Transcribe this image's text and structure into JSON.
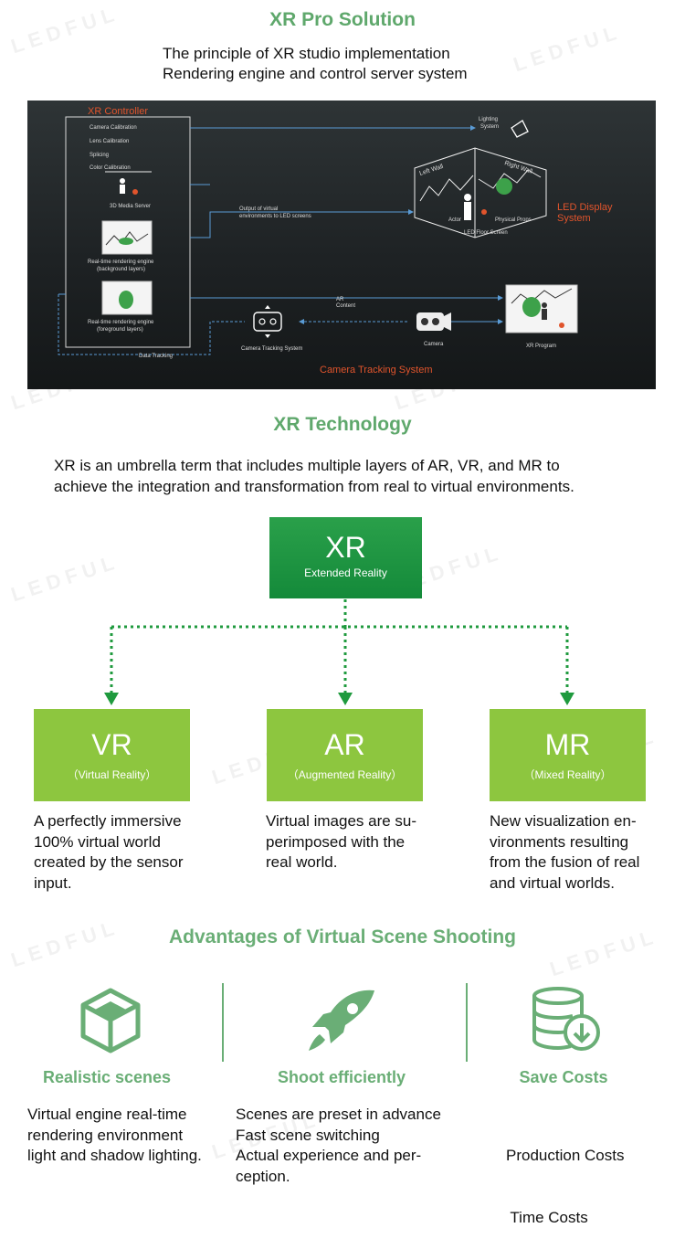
{
  "sections": {
    "pro_title": "XR Pro Solution",
    "tech_title": "XR Technology",
    "adv_title": "Advantages of Virtual Scene Shooting"
  },
  "intro": {
    "line1": "The principle of XR studio implementation",
    "line2": "Rendering engine and control server system"
  },
  "diagram": {
    "xr_controller": "XR Controller",
    "camera_calibration": "Camera Calibration",
    "lens_calibration": "Lens Calibration",
    "splicing": "Splicing",
    "color_calibration": "Color Calibration",
    "media_server": "3D Media Server",
    "rt_background_1": "Real-time rendering engine",
    "rt_background_2": "(background layers)",
    "rt_foreground_1": "Real-time rendering engine",
    "rt_foreground_2": "(foreground layers)",
    "output_1": "Output of virtual",
    "output_2": "environments to LED screens",
    "lighting_1": "Lighting",
    "lighting_2": "System",
    "left_wall": "Left Wall",
    "right_wall": "Right Wall",
    "actor": "Actor",
    "physical_props": "Physical Props",
    "led_floor": "LED Floor Screen",
    "led_display_1": "LED Display",
    "led_display_2": "System",
    "ar_content_1": "AR",
    "ar_content_2": "Content",
    "camera_tracking": "Camera Tracking System",
    "camera": "Camera",
    "xr_program": "XR Program",
    "data_tracking": "Data Tracking",
    "camera_tracking_system": "Camera Tracking System"
  },
  "tech_intro": {
    "line1": "XR is an umbrella term that includes multiple layers of AR, VR, and MR to",
    "line2": "achieve the integration and transformation from real to virtual environments."
  },
  "xr": {
    "title": "XR",
    "subtitle": "Extended Reality"
  },
  "children": [
    {
      "title": "VR",
      "subtitle": "（Virtual Reality）",
      "desc": [
        "A perfectly immersive",
        "100% virtual world",
        "created by the sensor",
        "input."
      ]
    },
    {
      "title": "AR",
      "subtitle": "（Augmented Reality）",
      "desc": [
        "Virtual images are su-",
        "perimposed with the",
        "real world."
      ]
    },
    {
      "title": "MR",
      "subtitle": "（Mixed Reality）",
      "desc": [
        "New visualization en-",
        "vironments resulting",
        "from the fusion of real",
        "and virtual worlds."
      ]
    }
  ],
  "advantages": [
    {
      "icon": "cube-icon",
      "title": "Realistic scenes",
      "desc": [
        "Virtual engine real-time",
        "rendering environment",
        "light and shadow lighting."
      ]
    },
    {
      "icon": "rocket-icon",
      "title": "Shoot efficiently",
      "desc": [
        "Scenes are preset in advance",
        "Fast scene switching",
        "Actual experience and per-",
        "ception."
      ]
    },
    {
      "icon": "database-download-icon",
      "title": "Save Costs",
      "desc": [
        "Production Costs",
        " Time Costs"
      ]
    }
  ],
  "colors": {
    "section_title": "#5fa86c",
    "xr_box": "#1a9140",
    "child_box": "#8dc63f",
    "dotted_line": "#1f9a3e",
    "icon": "#6aae76",
    "diagram_orange": "#e0542c"
  },
  "watermark": "LEDFUL"
}
